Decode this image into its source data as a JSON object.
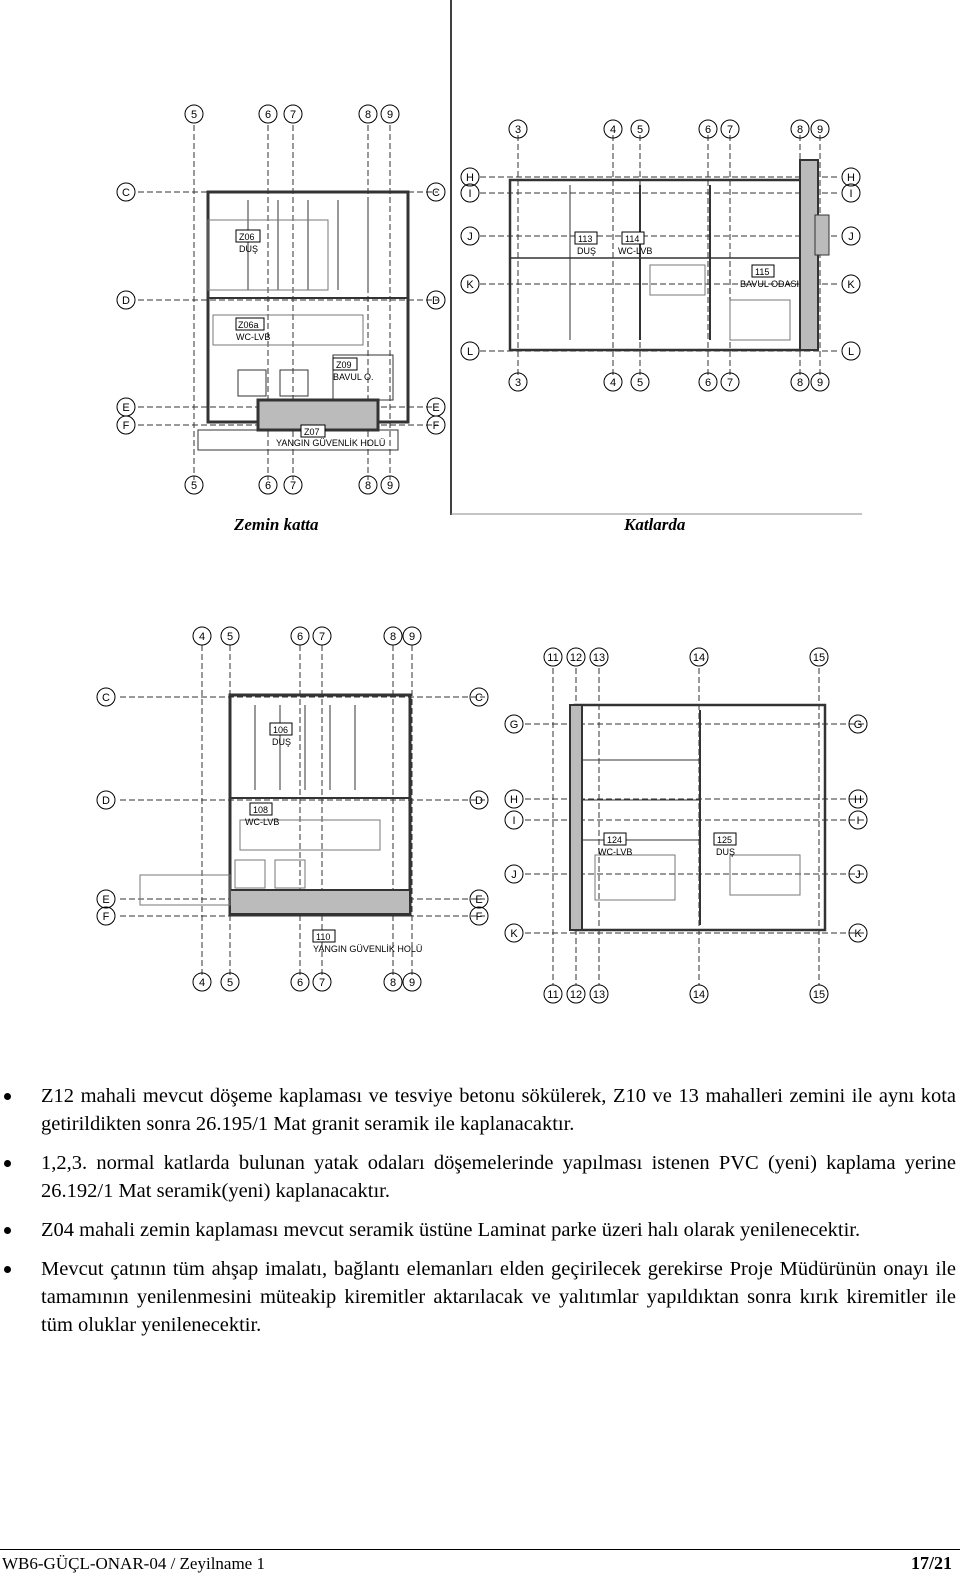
{
  "captions": {
    "ground": "Zemin katta",
    "floors": "Katlarda"
  },
  "plan_top_left": {
    "axes_top": [
      "5",
      "6",
      "7",
      "8",
      "9"
    ],
    "axes_side": [
      "C",
      "D",
      "E",
      "F"
    ],
    "rooms": [
      {
        "code": "Z06",
        "name": "DUŞ"
      },
      {
        "code": "Z06a",
        "name": "WC-LVB"
      },
      {
        "code": "Z09",
        "name": "BAVUL O."
      },
      {
        "code": "Z07",
        "name": "YANGIN GÜVENLİK HOLÜ"
      }
    ]
  },
  "plan_top_right": {
    "axes_top": [
      "3",
      "4",
      "5",
      "6",
      "7",
      "8",
      "9"
    ],
    "axes_side": [
      "H",
      "I",
      "J",
      "K",
      "L"
    ],
    "rooms": [
      {
        "code": "113",
        "name": "DUŞ"
      },
      {
        "code": "114",
        "name": "WC-LVB"
      },
      {
        "code": "115",
        "name": "BAVUL ODASI"
      }
    ]
  },
  "plan_bottom_left": {
    "axes_top": [
      "4",
      "5",
      "6",
      "7",
      "8",
      "9"
    ],
    "axes_side": [
      "C",
      "D",
      "E",
      "F"
    ],
    "rooms": [
      {
        "code": "106",
        "name": "DUŞ"
      },
      {
        "code": "108",
        "name": "WC-LVB"
      },
      {
        "code": "110",
        "name": "YANGIN GÜVENLİK HOLÜ"
      }
    ]
  },
  "plan_bottom_right": {
    "axes_top": [
      "11",
      "12",
      "13",
      "14",
      "15"
    ],
    "axes_side": [
      "G",
      "H",
      "I",
      "J",
      "K"
    ],
    "rooms": [
      {
        "code": "124",
        "name": "WC-LVB"
      },
      {
        "code": "125",
        "name": "DUŞ"
      }
    ]
  },
  "bullets": [
    "Z12 mahali mevcut döşeme kaplaması ve tesviye betonu sökülerek, Z10 ve 13 mahalleri zemini ile aynı kota getirildikten sonra 26.195/1 Mat granit seramik ile kaplanacaktır.",
    "1,2,3. normal katlarda bulunan yatak odaları döşemelerinde yapılması istenen PVC (yeni) kaplama yerine 26.192/1 Mat seramik(yeni) kaplanacaktır.",
    "Z04 mahali zemin kaplaması mevcut seramik üstüne Laminat parke üzeri halı olarak yenilenecektir.",
    "Mevcut çatının tüm ahşap imalatı, bağlantı elemanları elden geçirilecek gerekirse Proje Müdürünün onayı ile tamamının yenilenmesini müteakip kiremitler aktarılacak ve yalıtımlar yapıldıktan sonra kırık kiremitler ile tüm oluklar yenilenecektir."
  ],
  "footer": {
    "doc": "WB6-GÜÇL-ONAR-04 / Zeyilname 1",
    "page": "17/21"
  }
}
